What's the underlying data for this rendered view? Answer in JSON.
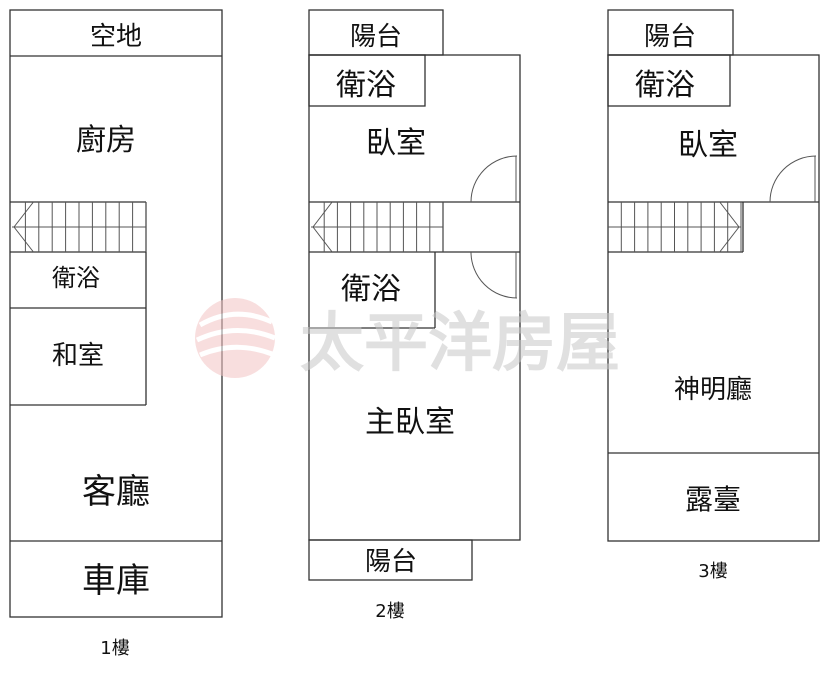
{
  "floor1": {
    "label": "1樓",
    "rooms": {
      "yard": "空地",
      "kitchen": "廚房",
      "bath": "衛浴",
      "tatami": "和室",
      "living": "客廳",
      "garage": "車庫"
    }
  },
  "floor2": {
    "label": "2樓",
    "rooms": {
      "balcony_top": "陽台",
      "bath_top": "衛浴",
      "bedroom": "臥室",
      "bath": "衛浴",
      "master": "主臥室",
      "balcony_bottom": "陽台"
    }
  },
  "floor3": {
    "label": "3樓",
    "rooms": {
      "balcony": "陽台",
      "bath": "衛浴",
      "bedroom": "臥室",
      "shrine": "神明廳",
      "terrace": "露臺"
    }
  },
  "watermark": {
    "text": "太平洋房屋",
    "logo_color": "#e8a0a0"
  }
}
